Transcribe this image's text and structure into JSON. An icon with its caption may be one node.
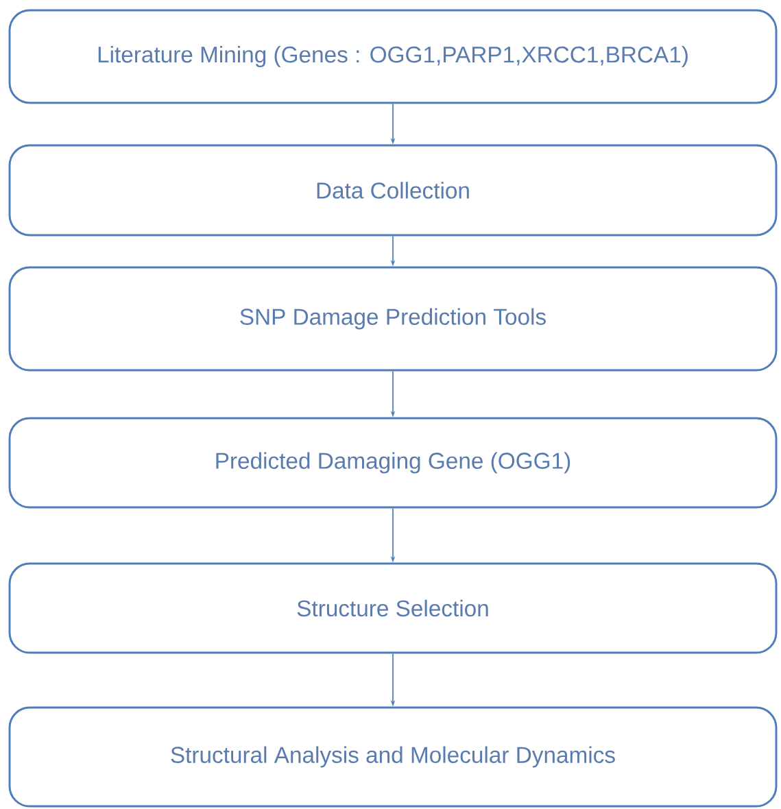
{
  "diagram": {
    "nodes": [
      {
        "text": [
          "Literature Mining (Genes : OGG1,PARP1,XRCC1,BRCA1)"
        ]
      },
      {
        "text": [
          "Data Collection"
        ]
      },
      {
        "text": [
          "SNP Damage Prediction Tools"
        ]
      },
      {
        "text": [
          "Predicted Damaging Gene (OGG1)"
        ]
      },
      {
        "text": [
          "Structure Selection"
        ]
      },
      {
        "text": [
          "Structural Analysis and Molecular Dynamics"
        ]
      }
    ],
    "edges": [
      {
        "from": 0,
        "to": 1,
        "arrow": "to"
      },
      {
        "from": 1,
        "to": 2,
        "arrow": "to"
      },
      {
        "from": 2,
        "to": 3,
        "arrow": "to"
      },
      {
        "from": 3,
        "to": 4,
        "arrow": "to"
      },
      {
        "from": 4,
        "to": 5,
        "arrow": "to"
      }
    ]
  }
}
